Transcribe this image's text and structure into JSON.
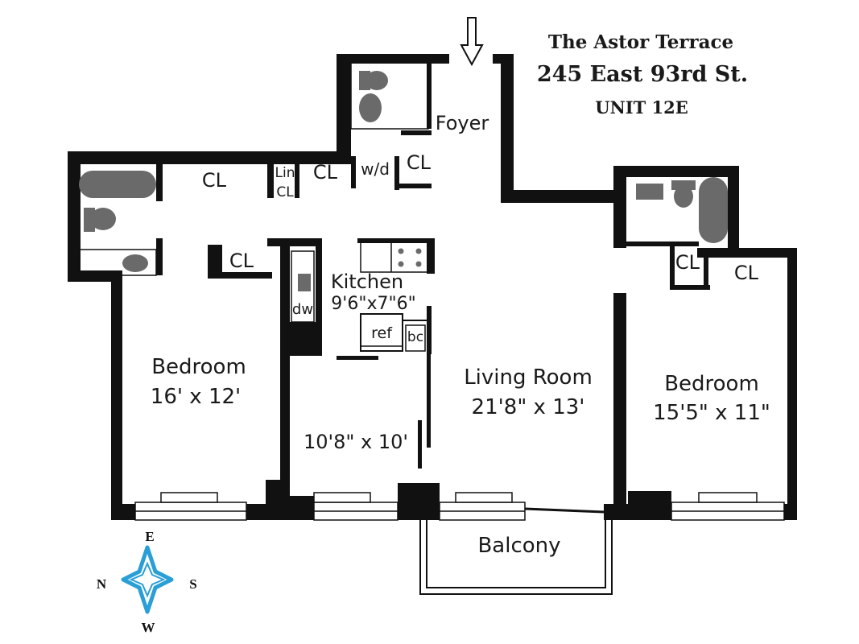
{
  "header": {
    "building": "The Astor Terrace",
    "address": "245 East 93rd St.",
    "unit": "UNIT 12E"
  },
  "rooms": {
    "foyer": "Foyer",
    "closet_left": "CL",
    "linen_closet_1": "Lin",
    "linen_closet_2": "CL",
    "closet_mid": "CL",
    "washer_dryer": "w/d",
    "closet_foyer": "CL",
    "closet_bedroom_left": "CL",
    "kitchen_name": "Kitchen",
    "kitchen_size": "9'6\"x7\"6\"",
    "dishwasher": "dw",
    "refrigerator": "ref",
    "broom_closet": "bc",
    "bedroom_left_name": "Bedroom",
    "bedroom_left_size": "16' x 12'",
    "dining_size": "10'8\" x 10'",
    "living_name": "Living Room",
    "living_size": "21'8\" x 13'",
    "bedroom_right_name": "Bedroom",
    "bedroom_right_size": "15'5\" x 11\"",
    "closet_right_1": "CL",
    "closet_right_2": "CL",
    "balcony": "Balcony"
  },
  "compass": {
    "north": "N",
    "south": "S",
    "east": "E",
    "west": "W",
    "color": "#2a9fd6"
  },
  "colors": {
    "walls": "#111111",
    "fixtures": "#6a6a6a"
  }
}
